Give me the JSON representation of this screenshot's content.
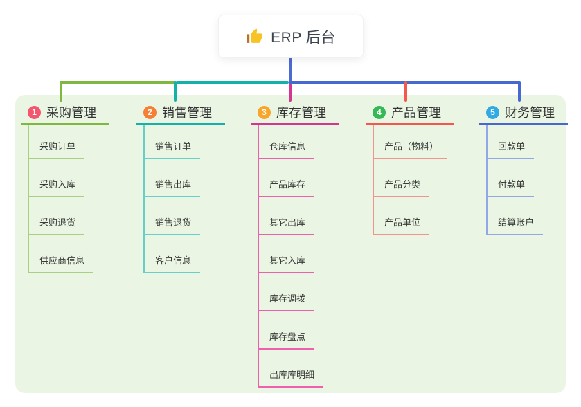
{
  "root": {
    "icon": "thumbs-up-icon",
    "title": "ERP 后台"
  },
  "canvas": {
    "background": "#ffffff",
    "panel_background": "#eaf6e3"
  },
  "connector": {
    "stem_color": "#4d6ad3"
  },
  "branches": [
    {
      "index": "1",
      "title": "采购管理",
      "badge_color": "#f4566e",
      "line_color": "#7fb841",
      "child_line_color": "#a6d183",
      "children": [
        "采购订单",
        "采购入库",
        "采购退货",
        "供应商信息"
      ]
    },
    {
      "index": "2",
      "title": "销售管理",
      "badge_color": "#f57f35",
      "line_color": "#14b1a8",
      "child_line_color": "#65cfc8",
      "children": [
        "销售订单",
        "销售出库",
        "销售退货",
        "客户信息"
      ]
    },
    {
      "index": "3",
      "title": "库存管理",
      "badge_color": "#f8a62a",
      "line_color": "#d2368f",
      "child_line_color": "#ee60ad",
      "children": [
        "仓库信息",
        "产品库存",
        "其它出库",
        "其它入库",
        "库存调拨",
        "库存盘点",
        "出库库明细"
      ]
    },
    {
      "index": "4",
      "title": "产品管理",
      "badge_color": "#35b855",
      "line_color": "#f3574e",
      "child_line_color": "#f4938c",
      "children": [
        "产品（物料）",
        "产品分类",
        "产品单位"
      ]
    },
    {
      "index": "5",
      "title": "财务管理",
      "badge_color": "#31a9e3",
      "line_color": "#4767d1",
      "child_line_color": "#92a7e8",
      "children": [
        "回款单",
        "付款单",
        "结算账户"
      ]
    }
  ]
}
